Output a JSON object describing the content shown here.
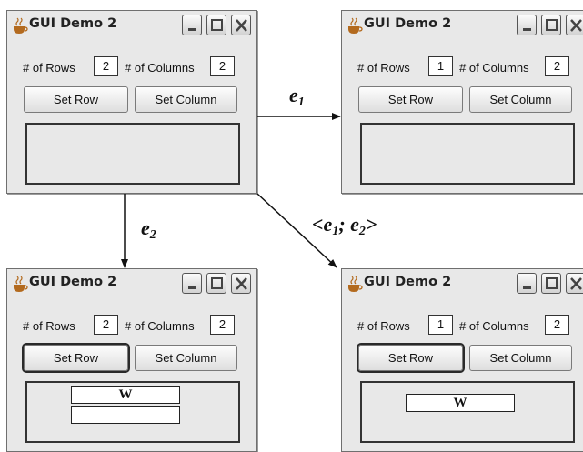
{
  "window_title": "GUI Demo 2",
  "rows_label": "# of Rows",
  "cols_label": "# of Columns",
  "set_row_label": "Set Row",
  "set_col_label": "Set Column",
  "windows": {
    "top_left": {
      "rows_value": "2",
      "cols_value": "2"
    },
    "top_right": {
      "rows_value": "1",
      "cols_value": "2"
    },
    "bottom_left": {
      "rows_value": "2",
      "cols_value": "2",
      "cell_text": "W"
    },
    "bottom_right": {
      "rows_value": "1",
      "cols_value": "2",
      "cell_text": "W"
    }
  },
  "transitions": {
    "e1": {
      "main": "e",
      "sub": "1"
    },
    "e2": {
      "main": "e",
      "sub": "2"
    },
    "seq": {
      "open": "<",
      "e1": "e",
      "e1_sub": "1",
      "sep": "; ",
      "e2": "e",
      "e2_sub": "2",
      "close": ">"
    }
  },
  "colors": {
    "window_bg": "#e8e8e8",
    "panel_border": "#333333",
    "cup_icon": "#b36a1e"
  }
}
